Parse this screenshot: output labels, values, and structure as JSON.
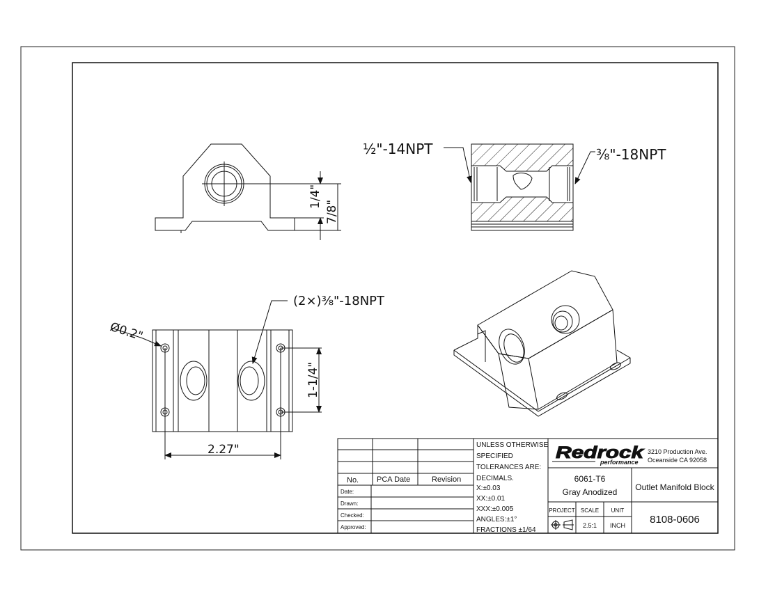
{
  "callouts": {
    "front_dim_inner": "1/4\"",
    "front_dim_outer": "7/8\"",
    "section_left_thread": "½\"-14NPT",
    "section_right_thread": "⅜\"-18NPT",
    "bottom_holes_note": "(2×)⅜\"-18NPT",
    "bottom_hole_dia": "Ø0.2\"",
    "bottom_vertical_dim": "1-1/4\"",
    "bottom_width_dim": "2.27\""
  },
  "title_block": {
    "revision_headers": {
      "no": "No.",
      "pca_date": "PCA  Date",
      "revision": "Revision"
    },
    "sign_rows": [
      "Date:",
      "Drawn:",
      "Checked:",
      "Approved:"
    ],
    "tolerances": [
      "UNLESS OTHERWISE",
      "SPECIFIED",
      "TOLERANCES ARE:",
      "DECIMALS.",
      "X:±0.03",
      "XX:±0.01",
      "XXX:±0.005",
      "ANGLES:±1°",
      "FRACTIONS ±1/64"
    ],
    "logo_main": "Redrock",
    "logo_sub": "performance",
    "address_line1": "3210 Production Ave.",
    "address_line2": "Oceanside CA 92058",
    "material": "6061-T6",
    "finish": "Gray Anodized",
    "part_name": "Outlet Manifold Block",
    "project_label": "PROJECT",
    "scale_label": "SCALE",
    "unit_label": "UNIT",
    "scale_value": "2.5:1",
    "unit_value": "INCH",
    "part_number": "8108-0606",
    "projection_symbol": "third-angle-projection-icon"
  }
}
